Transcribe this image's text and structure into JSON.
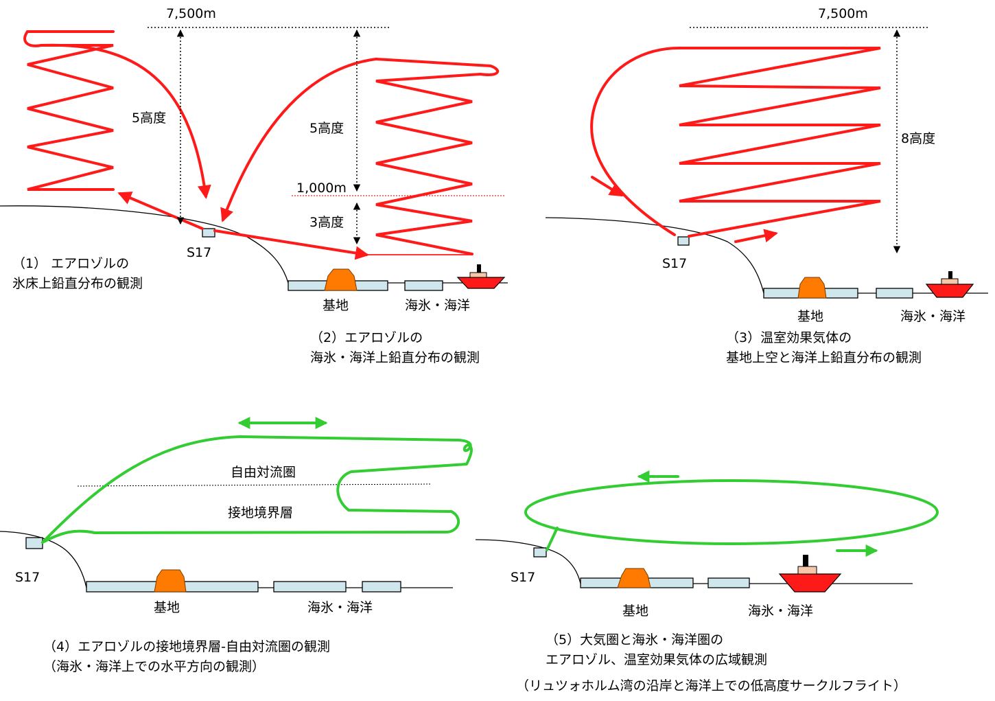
{
  "panel1": {
    "label_7500": "7,500m",
    "label_5": "5高度",
    "label_s17": "S17",
    "caption": [
      "（1） エアロゾルの",
      "氷床上鉛直分布の観測"
    ]
  },
  "panel2": {
    "label_5": "5高度",
    "label_1000": "1,000m",
    "label_3": "3高度",
    "label_base": "基地",
    "label_sea": "海氷・海洋",
    "caption": [
      "（2）エアロゾルの",
      "海氷・海洋上鉛直分布の観測"
    ]
  },
  "panel3": {
    "label_7500": "7,500m",
    "label_8": "8高度",
    "label_s17": "S17",
    "label_base": "基地",
    "label_sea": "海氷・海洋",
    "caption": [
      "（3）温室効果気体の",
      "基地上空と海洋上鉛直分布の観測"
    ]
  },
  "panel4": {
    "label_free": "自由対流圏",
    "label_boundary": "接地境界層",
    "label_s17": "S17",
    "label_base": "基地",
    "label_sea": "海氷・海洋",
    "caption": [
      "（4）エアロゾルの接地境界層-自由対流圏の観測",
      "（海氷・海洋上での水平方向の観測）"
    ]
  },
  "panel5": {
    "label_s17": "S17",
    "label_base": "基地",
    "label_sea": "海氷・海洋",
    "caption": [
      "（5）大気圏と海氷・海洋圏の",
      "エアロゾル、温室効果気体の広域観測"
    ],
    "note": "（リュツォホルム湾の沿岸と海洋上での低高度サークルフライト）"
  },
  "colors": {
    "flight_red": "#ff1a1a",
    "flight_green": "#33cc33",
    "hut_orange": "#ff7a00",
    "ice_blue": "#cfe6ec"
  }
}
